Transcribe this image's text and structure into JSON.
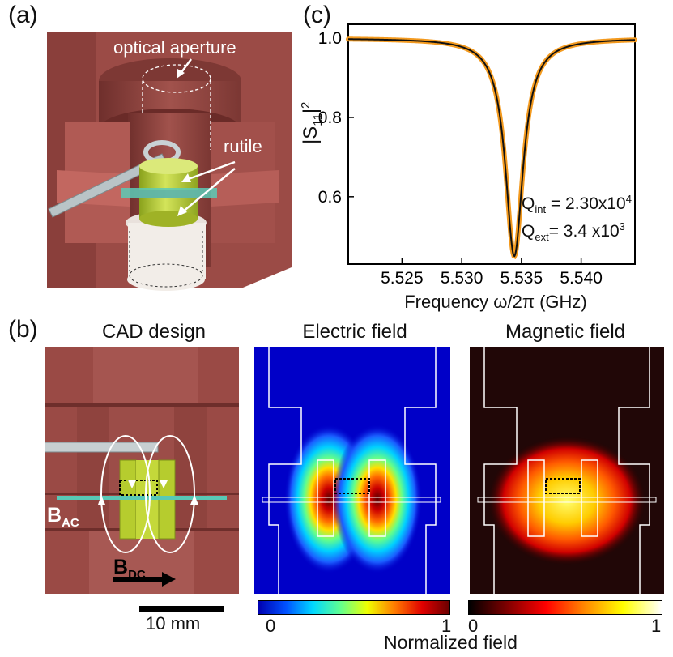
{
  "labels": {
    "a": "(a)",
    "b": "(b)",
    "c": "(c)"
  },
  "panel_a": {
    "annotation_aperture": "optical aperture",
    "annotation_rutile": "rutile"
  },
  "panel_b": {
    "titles": {
      "cad": "CAD design",
      "electric": "Electric field",
      "magnetic": "Magnetic field"
    },
    "b_ac": {
      "main": "B",
      "sub": "AC"
    },
    "b_dc": {
      "main": "B",
      "sub": "DC"
    },
    "scalebar": "10 mm",
    "colorbar_title": "Normalized field",
    "electric_colorbar_ticks": [
      "0",
      "1"
    ],
    "magnetic_colorbar_ticks": [
      "0",
      "1"
    ]
  },
  "colors": {
    "copper": "#9a4a45",
    "copper_dark": "#6e2e2b",
    "rutile": "#b6cc2e",
    "sapphire": "#58c9b6",
    "fit_line": "#111111",
    "data_orange": "#f39a1f"
  },
  "chart_data": {
    "type": "line",
    "xlabel": "Frequency ω/2π (GHz)",
    "ylabel_main": "|S",
    "ylabel_sub": "11",
    "ylabel_sup": "2",
    "xlim": [
      5.5205,
      5.5445
    ],
    "ylim": [
      0.43,
      1.035
    ],
    "x_ticks": [
      "5.525",
      "5.530",
      "5.535",
      "5.540"
    ],
    "x_tick_values": [
      5.525,
      5.53,
      5.535,
      5.54
    ],
    "y_ticks": [
      "0.6",
      "0.8",
      "1.0"
    ],
    "y_tick_values": [
      0.6,
      0.8,
      1.0
    ],
    "grid": false,
    "resonance": {
      "f0": 5.5344,
      "baseline": 1.0,
      "min": 0.45,
      "half_width": 0.0009
    },
    "series": [
      {
        "role": "data",
        "color": "#f39a1f"
      },
      {
        "role": "fit",
        "color": "#111111"
      }
    ],
    "annotations": [
      {
        "main": "Q",
        "sub": "int",
        "text": " = 2.30x10",
        "sup": "4"
      },
      {
        "main": "Q",
        "sub": "ext",
        "text": "= 3.4  x10",
        "sup": "3"
      }
    ]
  }
}
